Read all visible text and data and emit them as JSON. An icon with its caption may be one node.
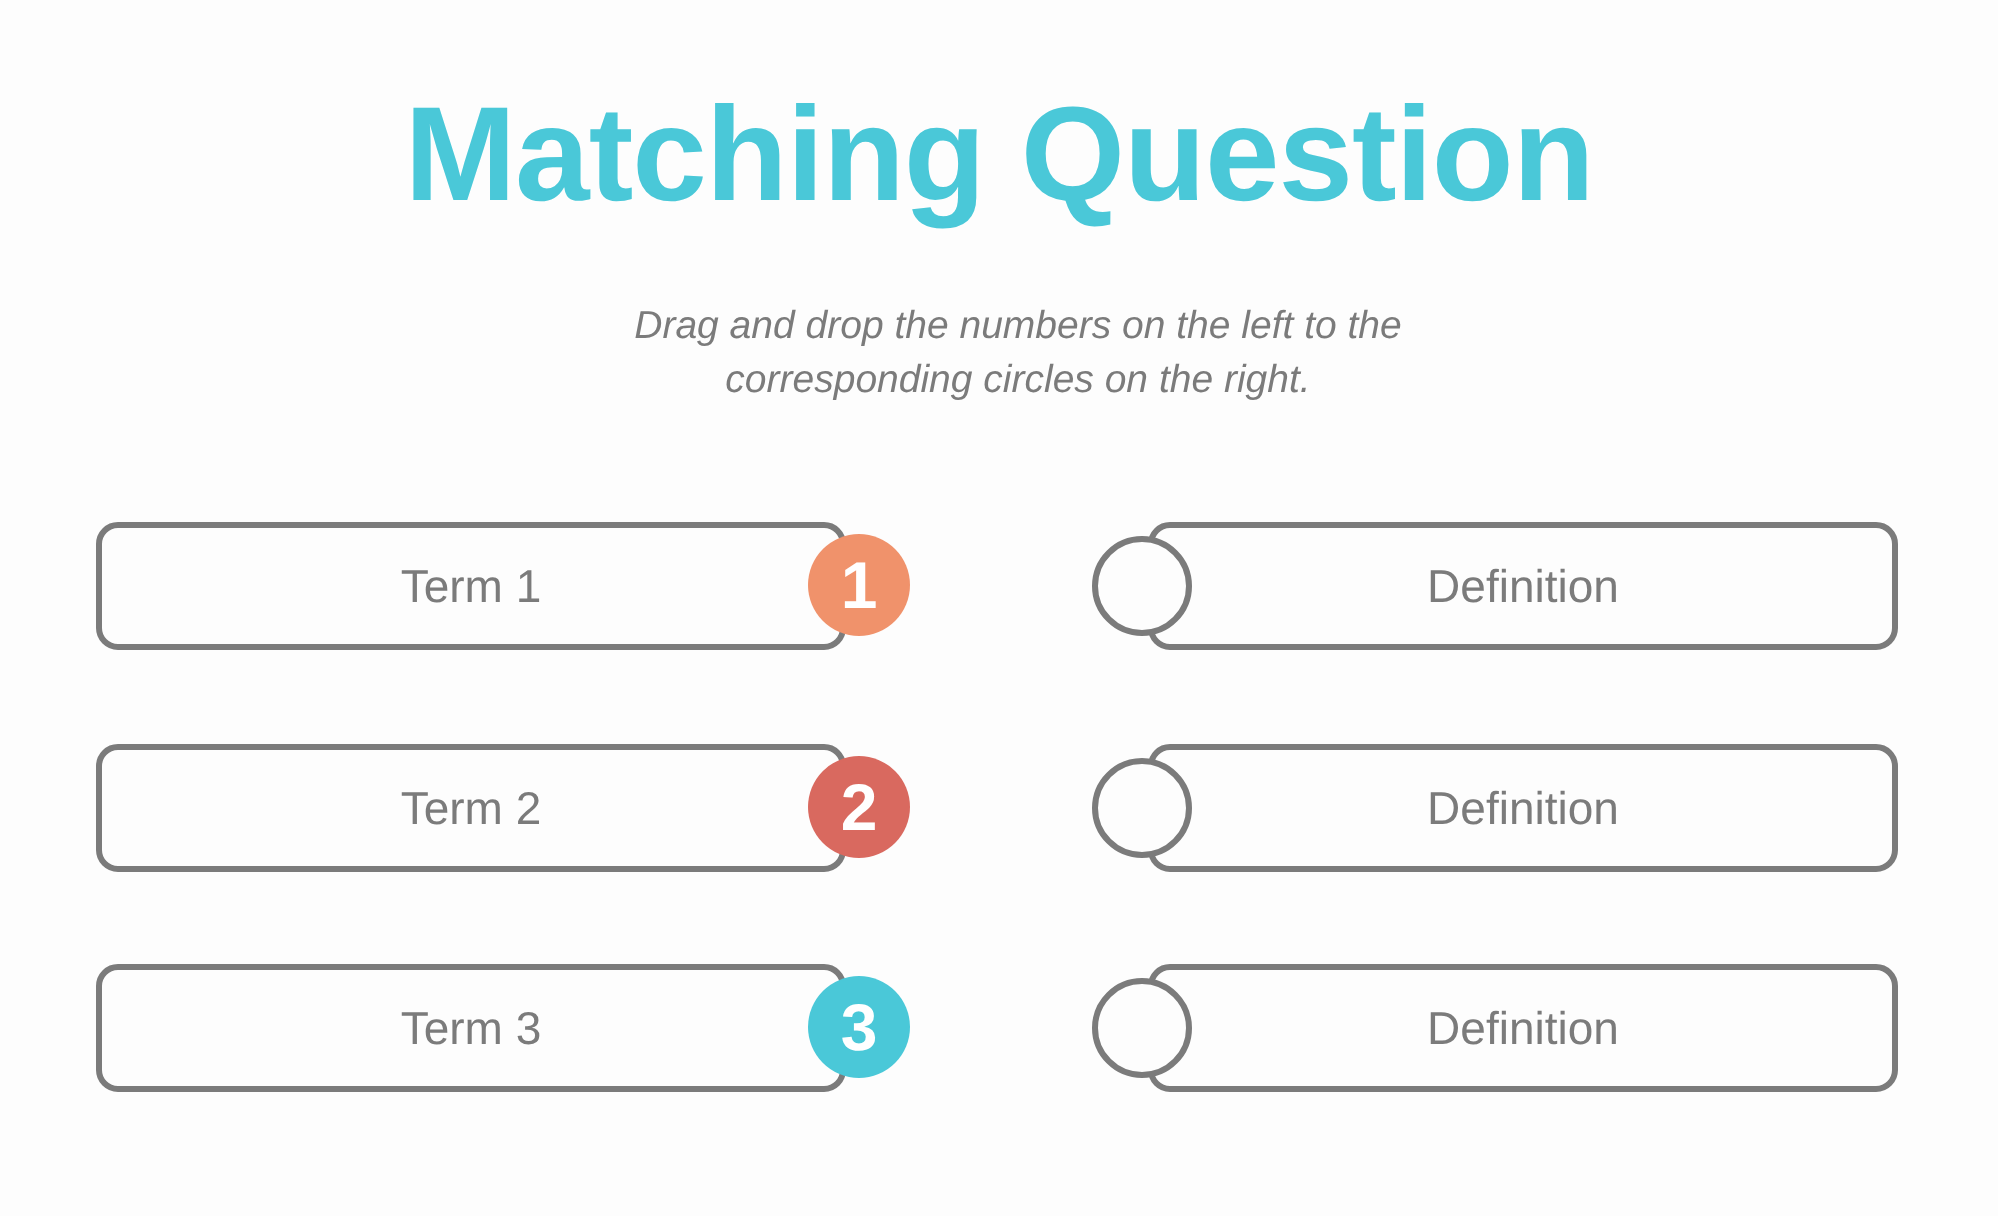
{
  "diagram": {
    "title": "Matching Question",
    "nodes": [
      {
        "text": [
          "Term 1"
        ]
      },
      {
        "text": [
          "1"
        ]
      },
      {
        "text": [],
        "shape": "circle"
      },
      {
        "text": [
          "Definition"
        ]
      },
      {
        "text": [
          "Term 2"
        ]
      },
      {
        "text": [
          "2"
        ]
      },
      {
        "text": [],
        "shape": "circle"
      },
      {
        "text": [
          "Definition"
        ]
      },
      {
        "text": [
          "Term 3"
        ]
      },
      {
        "text": [
          "3"
        ]
      },
      {
        "text": [],
        "shape": "circle"
      },
      {
        "text": [
          "Definition"
        ]
      }
    ],
    "labels": [
      "Drag and drop the numbers on the left to the corresponding circles on the right."
    ]
  }
}
